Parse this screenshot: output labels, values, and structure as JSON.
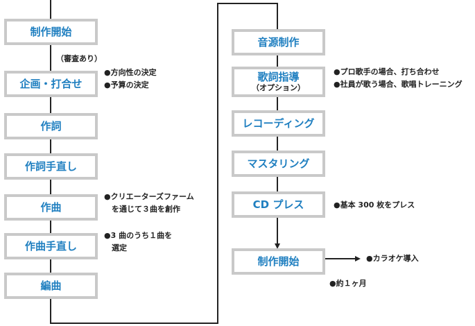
{
  "left_flow": [
    {
      "label": "制作開始"
    },
    {
      "label": "企画・打合せ"
    },
    {
      "label": "作詞"
    },
    {
      "label": "作詞手直し"
    },
    {
      "label": "作曲"
    },
    {
      "label": "作曲手直し"
    },
    {
      "label": "編曲"
    }
  ],
  "right_flow": [
    {
      "label": "音源制作"
    },
    {
      "label": "歌詞指導",
      "sub": "（オプション）"
    },
    {
      "label": "レコーディング"
    },
    {
      "label": "マスタリング"
    },
    {
      "label": "CD プレス"
    },
    {
      "label": "制作開始"
    }
  ],
  "notes": {
    "review": "（審査あり）",
    "planning": [
      "●方向性の決定",
      "●予算の決定"
    ],
    "composition": [
      "●クリエーターズファーム",
      "を通じて３曲を創作"
    ],
    "composition_fix": [
      "●3 曲のうち１曲を",
      "選定"
    ],
    "lyrics_coaching": [
      "●プロ歌手の場合、打ち合わせ",
      "●社員が歌う場合、歌唱トレーニング"
    ],
    "press": "●基本 300 枚をプレス",
    "karaoke": "●カラオケ導入",
    "duration": "●約１ヶ月"
  },
  "colors": {
    "box_border": "#c9c9c9",
    "box_text": "#1f7fc0",
    "connector": "#222222",
    "note_text": "#222222"
  }
}
